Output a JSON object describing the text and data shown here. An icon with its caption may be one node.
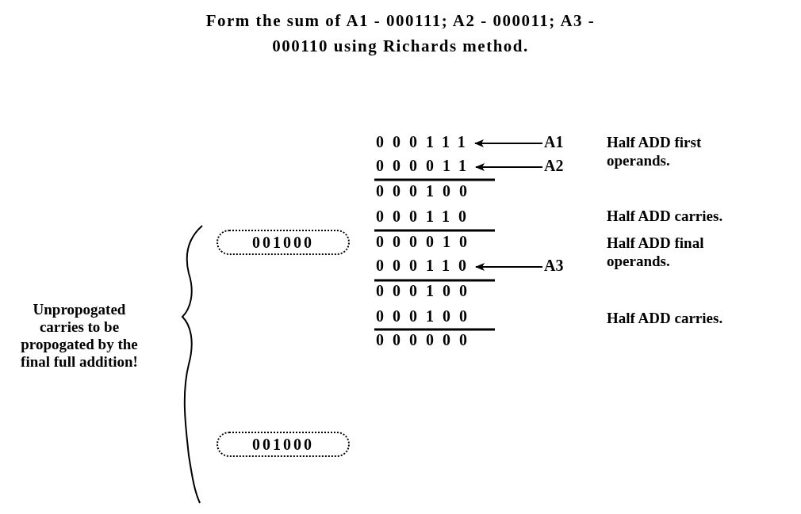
{
  "diagram": {
    "title": "Form the sum of A1 - 000111; A2 - 000011; A3 - 000110 using Richards method.",
    "nodes": [
      {
        "text": [
          "000111"
        ]
      },
      {
        "text": [
          "A1"
        ]
      },
      {
        "text": [
          "000011"
        ]
      },
      {
        "text": [
          "A2"
        ]
      },
      {
        "text": [
          "001000"
        ]
      },
      {
        "text": [
          "000110"
        ]
      },
      {
        "text": [
          "A3"
        ]
      },
      {
        "text": [
          "001000"
        ]
      }
    ],
    "edges": [
      {
        "from": 1,
        "to": 0,
        "arrow": "to"
      },
      {
        "from": 3,
        "to": 2,
        "arrow": "to"
      },
      {
        "from": 6,
        "to": 5,
        "arrow": "to"
      }
    ],
    "labels": [
      "Half ADD first operands.",
      "000100",
      "Half ADD carries.",
      "000110",
      "000010",
      "Half ADD final operands.",
      "Unpropogated carries to be propogated by the final full addition!",
      "000100",
      "Half ADD carries.",
      "000100",
      "000000"
    ]
  }
}
